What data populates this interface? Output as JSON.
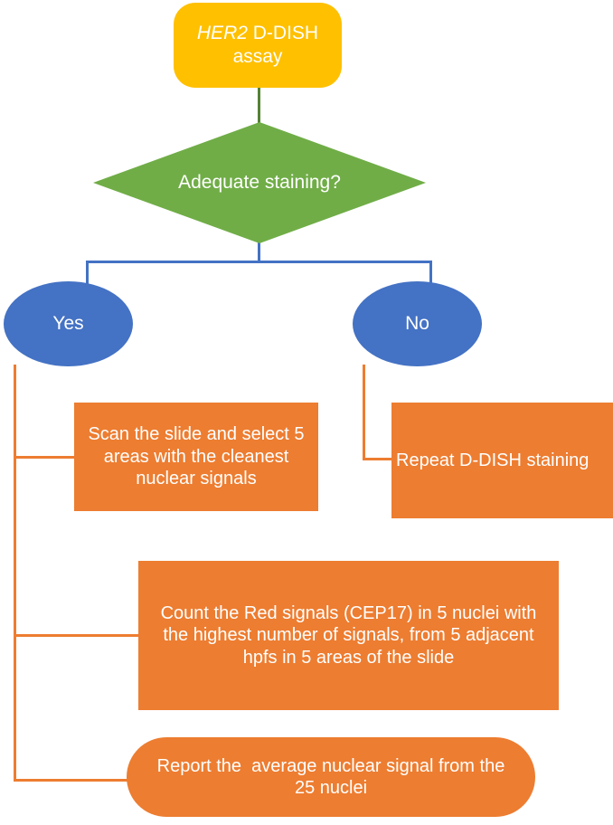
{
  "diagram": {
    "title": "HER2 D-DISH assay scoring workflow",
    "type": "flowchart",
    "colors": {
      "start_fill": "#FFC000",
      "decision_fill": "#70AD47",
      "branch_fill": "#4472C4",
      "process_fill": "#ED7D31",
      "connector_green": "#548235",
      "connector_blue": "#4472C4",
      "connector_orange": "#ED7D31",
      "text": "#FFFFFF",
      "background": "#FFFFFF"
    },
    "nodes": {
      "start": {
        "shape": "rounded-rectangle",
        "emphasis": "HER2",
        "text": " D-DISH\nassay",
        "full_text": "HER2 D-DISH assay"
      },
      "decision": {
        "shape": "diamond",
        "text": "Adequate staining?"
      },
      "yes": {
        "shape": "ellipse",
        "text": "Yes"
      },
      "no": {
        "shape": "ellipse",
        "text": "No"
      },
      "scan": {
        "shape": "rectangle",
        "text": "Scan the slide and select 5 areas with the cleanest nuclear signals"
      },
      "repeat": {
        "shape": "rectangle",
        "text": "Repeat D-DISH staining"
      },
      "count": {
        "shape": "rectangle",
        "text": "Count the Red signals (CEP17) in 5 nuclei with the highest number of signals, from 5 adjacent hpfs in 5 areas of the slide"
      },
      "report": {
        "shape": "rounded-pill",
        "text": "Report the  average nuclear signal from the 25 nuclei"
      }
    },
    "edges": [
      {
        "from": "start",
        "to": "decision",
        "color": "#548235"
      },
      {
        "from": "decision",
        "to": "yes",
        "color": "#4472C4"
      },
      {
        "from": "decision",
        "to": "no",
        "color": "#4472C4"
      },
      {
        "from": "yes",
        "to": "scan",
        "color": "#ED7D31"
      },
      {
        "from": "yes",
        "to": "count",
        "color": "#ED7D31"
      },
      {
        "from": "yes",
        "to": "report",
        "color": "#ED7D31"
      },
      {
        "from": "no",
        "to": "repeat",
        "color": "#ED7D31"
      }
    ]
  }
}
